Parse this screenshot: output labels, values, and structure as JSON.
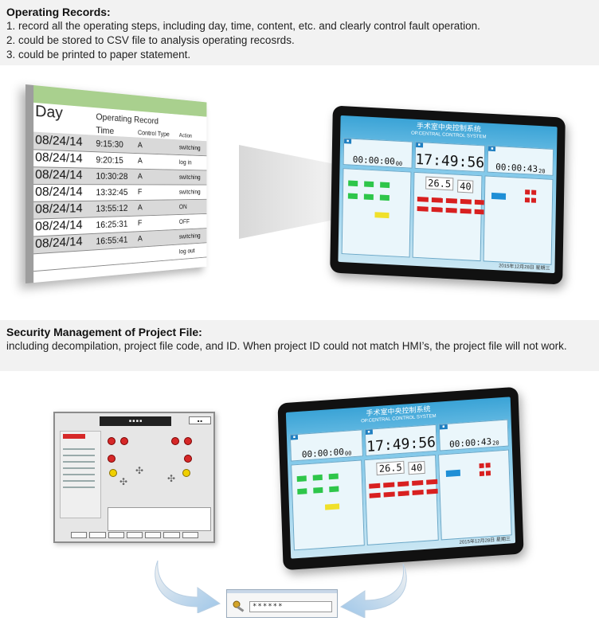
{
  "section1": {
    "heading": "Operating Records:",
    "lines": [
      "1. record all the operating steps, including day, time, content, etc. and clearly control fault operation.",
      "2. could be stored to CSV file to analysis operating recosrds.",
      "3. could be printed to paper statement."
    ]
  },
  "record_sheet": {
    "title": "Operating Record",
    "headers": {
      "day": "Day",
      "time": "Time",
      "control_type": "Control Type",
      "action": "Action"
    },
    "rows": [
      {
        "day": "08/24/14",
        "time": "9:15:30",
        "type": "A",
        "action": "switching"
      },
      {
        "day": "08/24/14",
        "time": "9:20:15",
        "type": "A",
        "action": "log in"
      },
      {
        "day": "08/24/14",
        "time": "10:30:28",
        "type": "A",
        "action": "switching"
      },
      {
        "day": "08/24/14",
        "time": "13:32:45",
        "type": "F",
        "action": "switching"
      },
      {
        "day": "08/24/14",
        "time": "13:55:12",
        "type": "A",
        "action": "ON"
      },
      {
        "day": "08/24/14",
        "time": "16:25:31",
        "type": "F",
        "action": "OFF"
      },
      {
        "day": "08/24/14",
        "time": "16:55:41",
        "type": "A",
        "action": "switching"
      },
      {
        "day": "",
        "time": "",
        "type": "",
        "action": "log out"
      }
    ]
  },
  "hmi": {
    "title": "手术室中央控制系统",
    "subtitle": "OP.CENTRAL CONTROL SYSTEM",
    "timer1": "00:00:00",
    "timer1_small": "00",
    "clock": "17:49:56",
    "timer2": "00:00:43",
    "timer2_small": "20",
    "value1": "26.5",
    "value2": "40",
    "date": "2015年12月28日 星期三"
  },
  "section2": {
    "heading": "Security Management of Project File:",
    "lines": [
      "including decompilation, project file code, and ID. When project ID could not match HMI’s, the project file will not work."
    ]
  },
  "password": {
    "masked": "******"
  },
  "colors": {
    "band": "#f2f2f2",
    "sheet_header": "#a9d08e",
    "hmi_screen": "#3aa3d6",
    "alarm_red": "#d82020",
    "ok_green": "#2ec64a"
  }
}
